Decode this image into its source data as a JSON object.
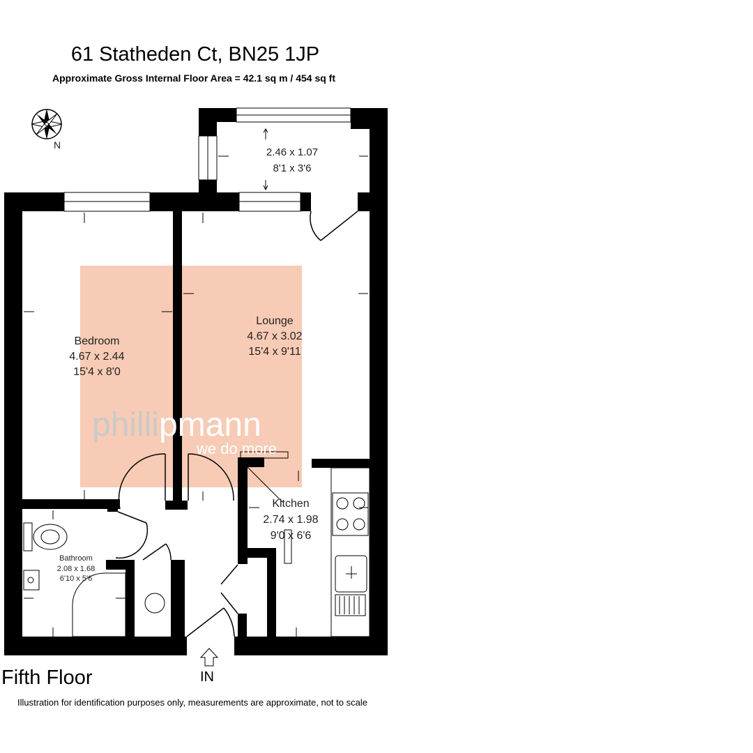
{
  "header": {
    "address": "61 Statheden Ct, BN25 1JP",
    "floor_area": "Approximate Gross Internal Floor Area = 42.1 sq m / 454 sq ft"
  },
  "compass": {
    "label": "N"
  },
  "rooms": {
    "balcony": {
      "metric": "2.46 x 1.07",
      "imperial": "8'1 x 3'6"
    },
    "bedroom": {
      "name": "Bedroom",
      "metric": "4.67 x 2.44",
      "imperial": "15'4 x 8'0"
    },
    "lounge": {
      "name": "Lounge",
      "metric": "4.67 x 3.02",
      "imperial": "15'4 x 9'11"
    },
    "kitchen": {
      "name": "Kitchen",
      "metric": "2.74 x 1.98",
      "imperial": "9'0 x 6'6"
    },
    "bathroom": {
      "name": "Bathroom",
      "metric": "2.08 x 1.68",
      "imperial": "6'10 x 5'6"
    }
  },
  "watermark": {
    "brand_part1": "philli",
    "brand_part2": "pmann",
    "tagline": "we do more",
    "overlay_color": "#f6c2a8",
    "brand_color": "#ffffff"
  },
  "footer": {
    "floor_label": "Fifth Floor",
    "entrance_label": "IN",
    "disclaimer": "Illustration for identification purposes only, measurements are approximate, not to scale"
  },
  "colors": {
    "wall": "#000000",
    "background": "#ffffff"
  }
}
